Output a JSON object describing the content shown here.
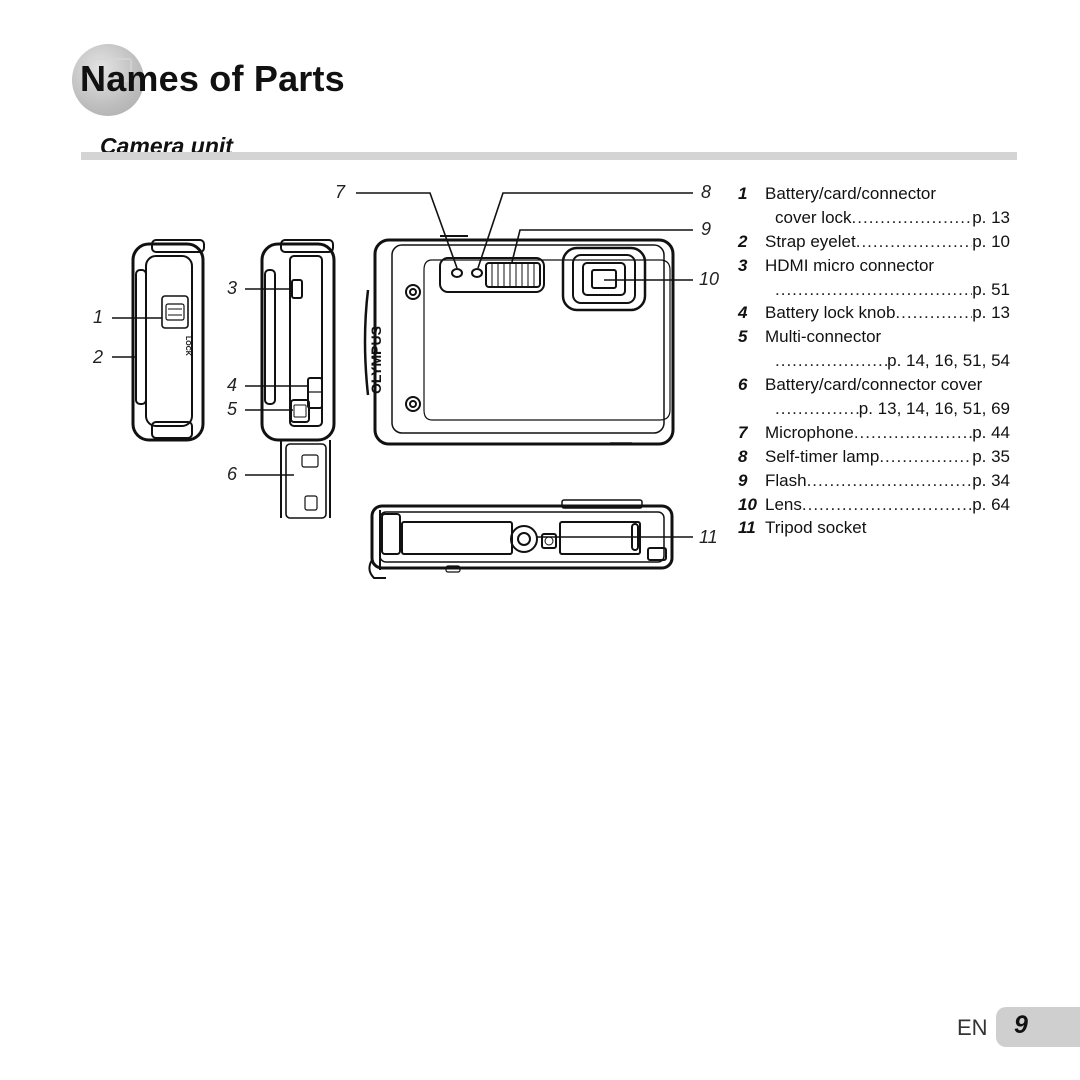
{
  "header": {
    "title": "Names of Parts"
  },
  "section": {
    "title": "Camera unit"
  },
  "figure": {
    "brand": "OLYMPUS",
    "lock_text": "LOCK",
    "callouts": [
      "1",
      "2",
      "3",
      "4",
      "5",
      "6",
      "7",
      "8",
      "9",
      "10",
      "11"
    ]
  },
  "parts": [
    {
      "num": "1",
      "label": "Battery/card/connector",
      "cont_label": "cover lock",
      "page": "p. 13"
    },
    {
      "num": "2",
      "label": "Strap eyelet",
      "page": "p. 10"
    },
    {
      "num": "3",
      "label": "HDMI micro connector",
      "cont_label": "",
      "page": "p. 51"
    },
    {
      "num": "4",
      "label": "Battery lock knob",
      "page": "p. 13"
    },
    {
      "num": "5",
      "label": "Multi-connector",
      "cont_label": "",
      "page": "p. 14, 16, 51, 54"
    },
    {
      "num": "6",
      "label": "Battery/card/connector cover",
      "cont_label": "",
      "page": "p. 13, 14, 16, 51, 69"
    },
    {
      "num": "7",
      "label": "Microphone",
      "page": "p. 44"
    },
    {
      "num": "8",
      "label": "Self-timer lamp",
      "page": "p. 35"
    },
    {
      "num": "9",
      "label": "Flash",
      "page": "p. 34"
    },
    {
      "num": "10",
      "label": "Lens",
      "page": "p. 64"
    },
    {
      "num": "11",
      "label": "Tripod socket"
    }
  ],
  "footer": {
    "lang": "EN",
    "page_number": "9"
  }
}
